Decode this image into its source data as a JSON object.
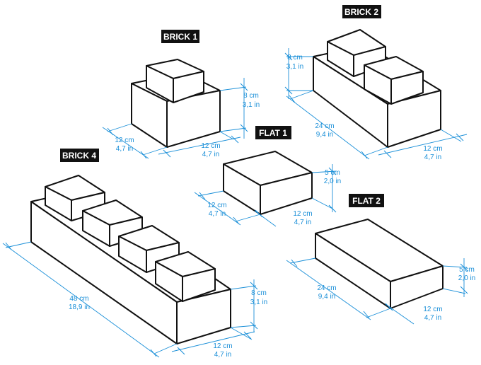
{
  "labels": {
    "brick1": "BRICK 1",
    "brick2": "BRICK 2",
    "brick4": "BRICK 4",
    "flat1": "FLAT 1",
    "flat2": "FLAT 2"
  },
  "dims": {
    "b1_h_cm": "8 cm",
    "b1_h_in": "3,1 in",
    "b1_l_cm": "12 cm",
    "b1_l_in": "4,7 in",
    "b1_w_cm": "12 cm",
    "b1_w_in": "4,7 in",
    "b2_h_cm": "8 cm",
    "b2_h_in": "3,1 in",
    "b2_l_cm": "24 cm",
    "b2_l_in": "9,4 in",
    "b2_w_cm": "12 cm",
    "b2_w_in": "4,7 in",
    "f1_h_cm": "5 cm",
    "f1_h_in": "2,0 in",
    "f1_l_cm": "12 cm",
    "f1_l_in": "4,7 in",
    "f1_w_cm": "12 cm",
    "f1_w_in": "4,7 in",
    "f2_h_cm": "5 cm",
    "f2_h_in": "2,0 in",
    "f2_l_cm": "24 cm",
    "f2_l_in": "9,4 in",
    "f2_w_cm": "12 cm",
    "f2_w_in": "4,7 in",
    "b4_h_cm": "8 cm",
    "b4_h_in": "3,1 in",
    "b4_l_cm": "48 cm",
    "b4_l_in": "18,9 in",
    "b4_w_cm": "12 cm",
    "b4_w_in": "4,7 in"
  },
  "colors": {
    "dimension": "#1a8fd8",
    "outline": "#111111",
    "label_bg": "#111111"
  }
}
